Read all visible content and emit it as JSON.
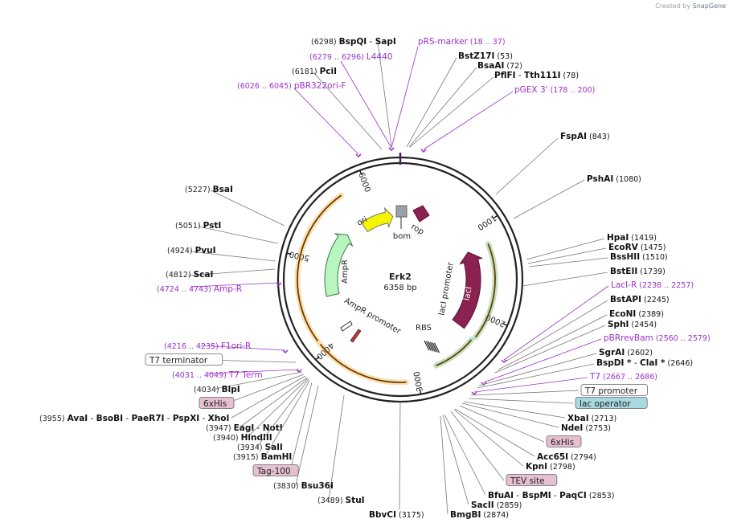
{
  "credit": {
    "prefix": "Created by",
    "brand": "SnapGene"
  },
  "plasmid": {
    "name": "Erk2",
    "length": "6358 bp",
    "total_bp": 6358
  },
  "ticks": [
    "1000",
    "2000",
    "3000",
    "4000",
    "5000",
    "6000"
  ],
  "colors": {
    "feature_primer": "#9b30c8",
    "ring": "#222222",
    "orange_feature": "#f5a623",
    "green_feature": "#4caf50",
    "lacI": "#8b2252",
    "ori": "#f5f500",
    "ampR": "#b9f5c1",
    "rop": "#8b2252",
    "bom": "#9aa0a8",
    "label_box_gray": "#ffffff",
    "label_box_pink": "#e6bfd0",
    "label_box_blue": "#a8d8e0"
  },
  "inner_features": [
    {
      "label": "ori",
      "kind": "ori"
    },
    {
      "label": "rop",
      "kind": "rop"
    },
    {
      "label": "bom",
      "kind": "bom"
    },
    {
      "label": "AmpR",
      "kind": "ampR"
    },
    {
      "label": "AmpR promoter",
      "kind": "promoter"
    },
    {
      "label": "lacI",
      "kind": "lacI"
    },
    {
      "label": "lacI promoter",
      "kind": "promoter"
    },
    {
      "label": "RBS",
      "kind": "rbs"
    }
  ],
  "labels": [
    {
      "id": "bspqi",
      "name": "BspQI",
      "sep": "-",
      "name2": "SapI",
      "pos": "(6298)",
      "type": "enzyme"
    },
    {
      "id": "prs",
      "name": "pRS-marker",
      "pos": "(18 .. 37)",
      "type": "primer"
    },
    {
      "id": "l4440",
      "name": "L4440",
      "pos": "(6279 .. 6296)",
      "type": "primer"
    },
    {
      "id": "bstz17i",
      "name": "BstZ17I",
      "pos": "(53)",
      "type": "enzyme"
    },
    {
      "id": "bsaai",
      "name": "BsaAI",
      "pos": "(72)",
      "type": "enzyme"
    },
    {
      "id": "pflfi",
      "name": "PflFI",
      "sep": "-",
      "name2": "Tth111I",
      "pos": "(78)",
      "type": "enzyme"
    },
    {
      "id": "pcii",
      "name": "PciI",
      "pos": "(6181)",
      "type": "enzyme"
    },
    {
      "id": "pbr322",
      "name": "pBR322ori-F",
      "pos": "(6026 .. 6045)",
      "type": "primer"
    },
    {
      "id": "pgex3",
      "name": "pGEX 3'",
      "pos": "(178 .. 200)",
      "type": "primer"
    },
    {
      "id": "fspai",
      "name": "FspAI",
      "pos": "(843)",
      "type": "enzyme"
    },
    {
      "id": "bsai",
      "name": "BsaI",
      "pos": "(5227)",
      "type": "enzyme"
    },
    {
      "id": "pshai",
      "name": "PshAI",
      "pos": "(1080)",
      "type": "enzyme"
    },
    {
      "id": "psti",
      "name": "PstI",
      "pos": "(5051)",
      "type": "enzyme"
    },
    {
      "id": "hpai",
      "name": "HpaI",
      "pos": "(1419)",
      "type": "enzyme"
    },
    {
      "id": "ecorv",
      "name": "EcoRV",
      "pos": "(1475)",
      "type": "enzyme"
    },
    {
      "id": "pvui",
      "name": "PvuI",
      "pos": "(4924)",
      "type": "enzyme"
    },
    {
      "id": "bsshii",
      "name": "BssHII",
      "pos": "(1510)",
      "type": "enzyme"
    },
    {
      "id": "scai",
      "name": "ScaI",
      "pos": "(4812)",
      "type": "enzyme"
    },
    {
      "id": "bsteii",
      "name": "BstEII",
      "pos": "(1739)",
      "type": "enzyme"
    },
    {
      "id": "ampr",
      "name": "Amp-R",
      "pos": "(4724 .. 4743)",
      "type": "primer"
    },
    {
      "id": "lacir",
      "name": "LacI-R",
      "pos": "(2238 .. 2257)",
      "type": "primer"
    },
    {
      "id": "bstapi",
      "name": "BstAPI",
      "pos": "(2245)",
      "type": "enzyme"
    },
    {
      "id": "econi",
      "name": "EcoNI",
      "pos": "(2389)",
      "type": "enzyme"
    },
    {
      "id": "sphi",
      "name": "SphI",
      "pos": "(2454)",
      "type": "enzyme"
    },
    {
      "id": "pbrrev",
      "name": "pBRrevBam",
      "pos": "(2560 .. 2579)",
      "type": "primer"
    },
    {
      "id": "f1ori",
      "name": "F1ori-R",
      "pos": "(4216 .. 4235)",
      "type": "primer"
    },
    {
      "id": "sgrai",
      "name": "SgrAI",
      "pos": "(2602)",
      "type": "enzyme"
    },
    {
      "id": "t7term",
      "name": "T7 terminator",
      "type": "box"
    },
    {
      "id": "bspdi",
      "name": "BspDI *",
      "sep": "-",
      "name2": "ClaI *",
      "pos": "(2646)",
      "type": "enzyme"
    },
    {
      "id": "t7t",
      "name": "T7 Term",
      "pos": "(4031 .. 4049)",
      "type": "primer"
    },
    {
      "id": "t7",
      "name": "T7",
      "pos": "(2667 .. 2686)",
      "type": "primer"
    },
    {
      "id": "t7prom",
      "name": "T7 promoter",
      "type": "box"
    },
    {
      "id": "blpi",
      "name": "BlpI",
      "pos": "(4034)",
      "type": "enzyme"
    },
    {
      "id": "lacop",
      "name": "lac operator",
      "type": "boxblue"
    },
    {
      "id": "his1",
      "name": "6xHis",
      "type": "boxpink"
    },
    {
      "id": "avai",
      "name": "AvaI",
      "sep": "-",
      "name2": "BsoBI",
      "sep2": "-",
      "name3": "PaeR7I",
      "sep3": "-",
      "name4": "PspXI",
      "sep4": "-",
      "name5": "XhoI",
      "pos": "(3955)",
      "type": "enzyme"
    },
    {
      "id": "xbai",
      "name": "XbaI",
      "pos": "(2713)",
      "type": "enzyme"
    },
    {
      "id": "eagi",
      "name": "EagI",
      "sep": "-",
      "name2": "NotI",
      "pos": "(3947)",
      "type": "enzyme"
    },
    {
      "id": "ndei",
      "name": "NdeI",
      "pos": "(2753)",
      "type": "enzyme"
    },
    {
      "id": "hind",
      "name": "HindIII",
      "pos": "(3940)",
      "type": "enzyme"
    },
    {
      "id": "his2",
      "name": "6xHis",
      "type": "boxpink"
    },
    {
      "id": "sali",
      "name": "SalI",
      "pos": "(3934)",
      "type": "enzyme"
    },
    {
      "id": "acc65",
      "name": "Acc65I",
      "pos": "(2794)",
      "type": "enzyme"
    },
    {
      "id": "bamhi",
      "name": "BamHI",
      "pos": "(3915)",
      "type": "enzyme"
    },
    {
      "id": "kpni",
      "name": "KpnI",
      "pos": "(2798)",
      "type": "enzyme"
    },
    {
      "id": "tag100",
      "name": "Tag-100",
      "type": "boxpink"
    },
    {
      "id": "tev",
      "name": "TEV site",
      "type": "boxpink"
    },
    {
      "id": "bsu36i",
      "name": "Bsu36I",
      "pos": "(3830)",
      "type": "enzyme"
    },
    {
      "id": "bfuai",
      "name": "BfuAI",
      "sep": "-",
      "name2": "BspMI",
      "sep2": "-",
      "name3": "PaqCI",
      "pos": "(2853)",
      "type": "enzyme"
    },
    {
      "id": "stui",
      "name": "StuI",
      "pos": "(3489)",
      "type": "enzyme"
    },
    {
      "id": "sacii",
      "name": "SacII",
      "pos": "(2859)",
      "type": "enzyme"
    },
    {
      "id": "bbvci",
      "name": "BbvCI",
      "pos": "(3175)",
      "type": "enzyme"
    },
    {
      "id": "bmgbi",
      "name": "BmgBI",
      "pos": "(2874)",
      "type": "enzyme"
    }
  ]
}
